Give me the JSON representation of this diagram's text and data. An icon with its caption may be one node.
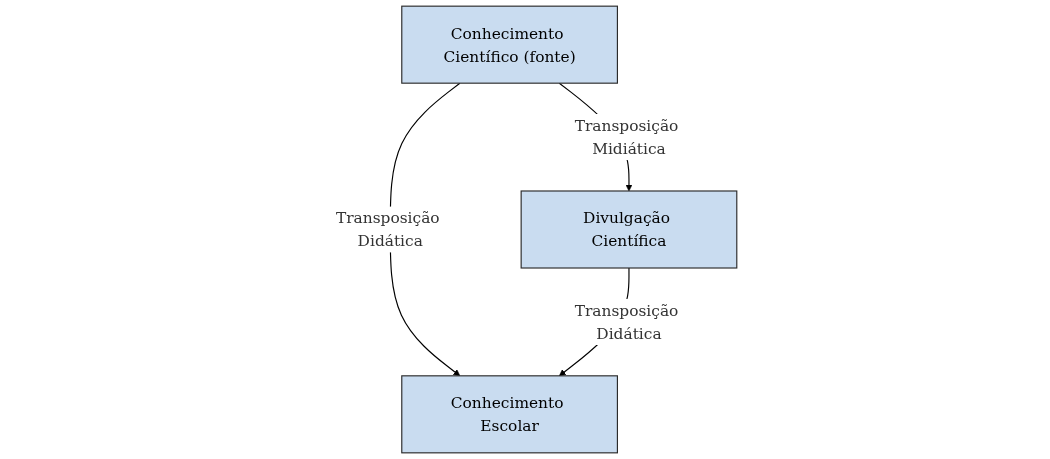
{
  "diagram": {
    "nodes": [
      {
        "text": [
          "Conhecimento Científico (fonte)"
        ]
      },
      {
        "text": [
          "Divulgação Científica"
        ]
      },
      {
        "text": [
          "Conhecimento Escolar"
        ]
      }
    ],
    "edges": [
      {
        "from": 0,
        "to": 1,
        "arrow": "to",
        "label": "Transposição Midiática"
      },
      {
        "from": 0,
        "to": 2,
        "arrow": "to",
        "label": "Transposição Didática"
      },
      {
        "from": 1,
        "to": 2,
        "arrow": "to",
        "label": "Transposição Didática"
      }
    ]
  }
}
